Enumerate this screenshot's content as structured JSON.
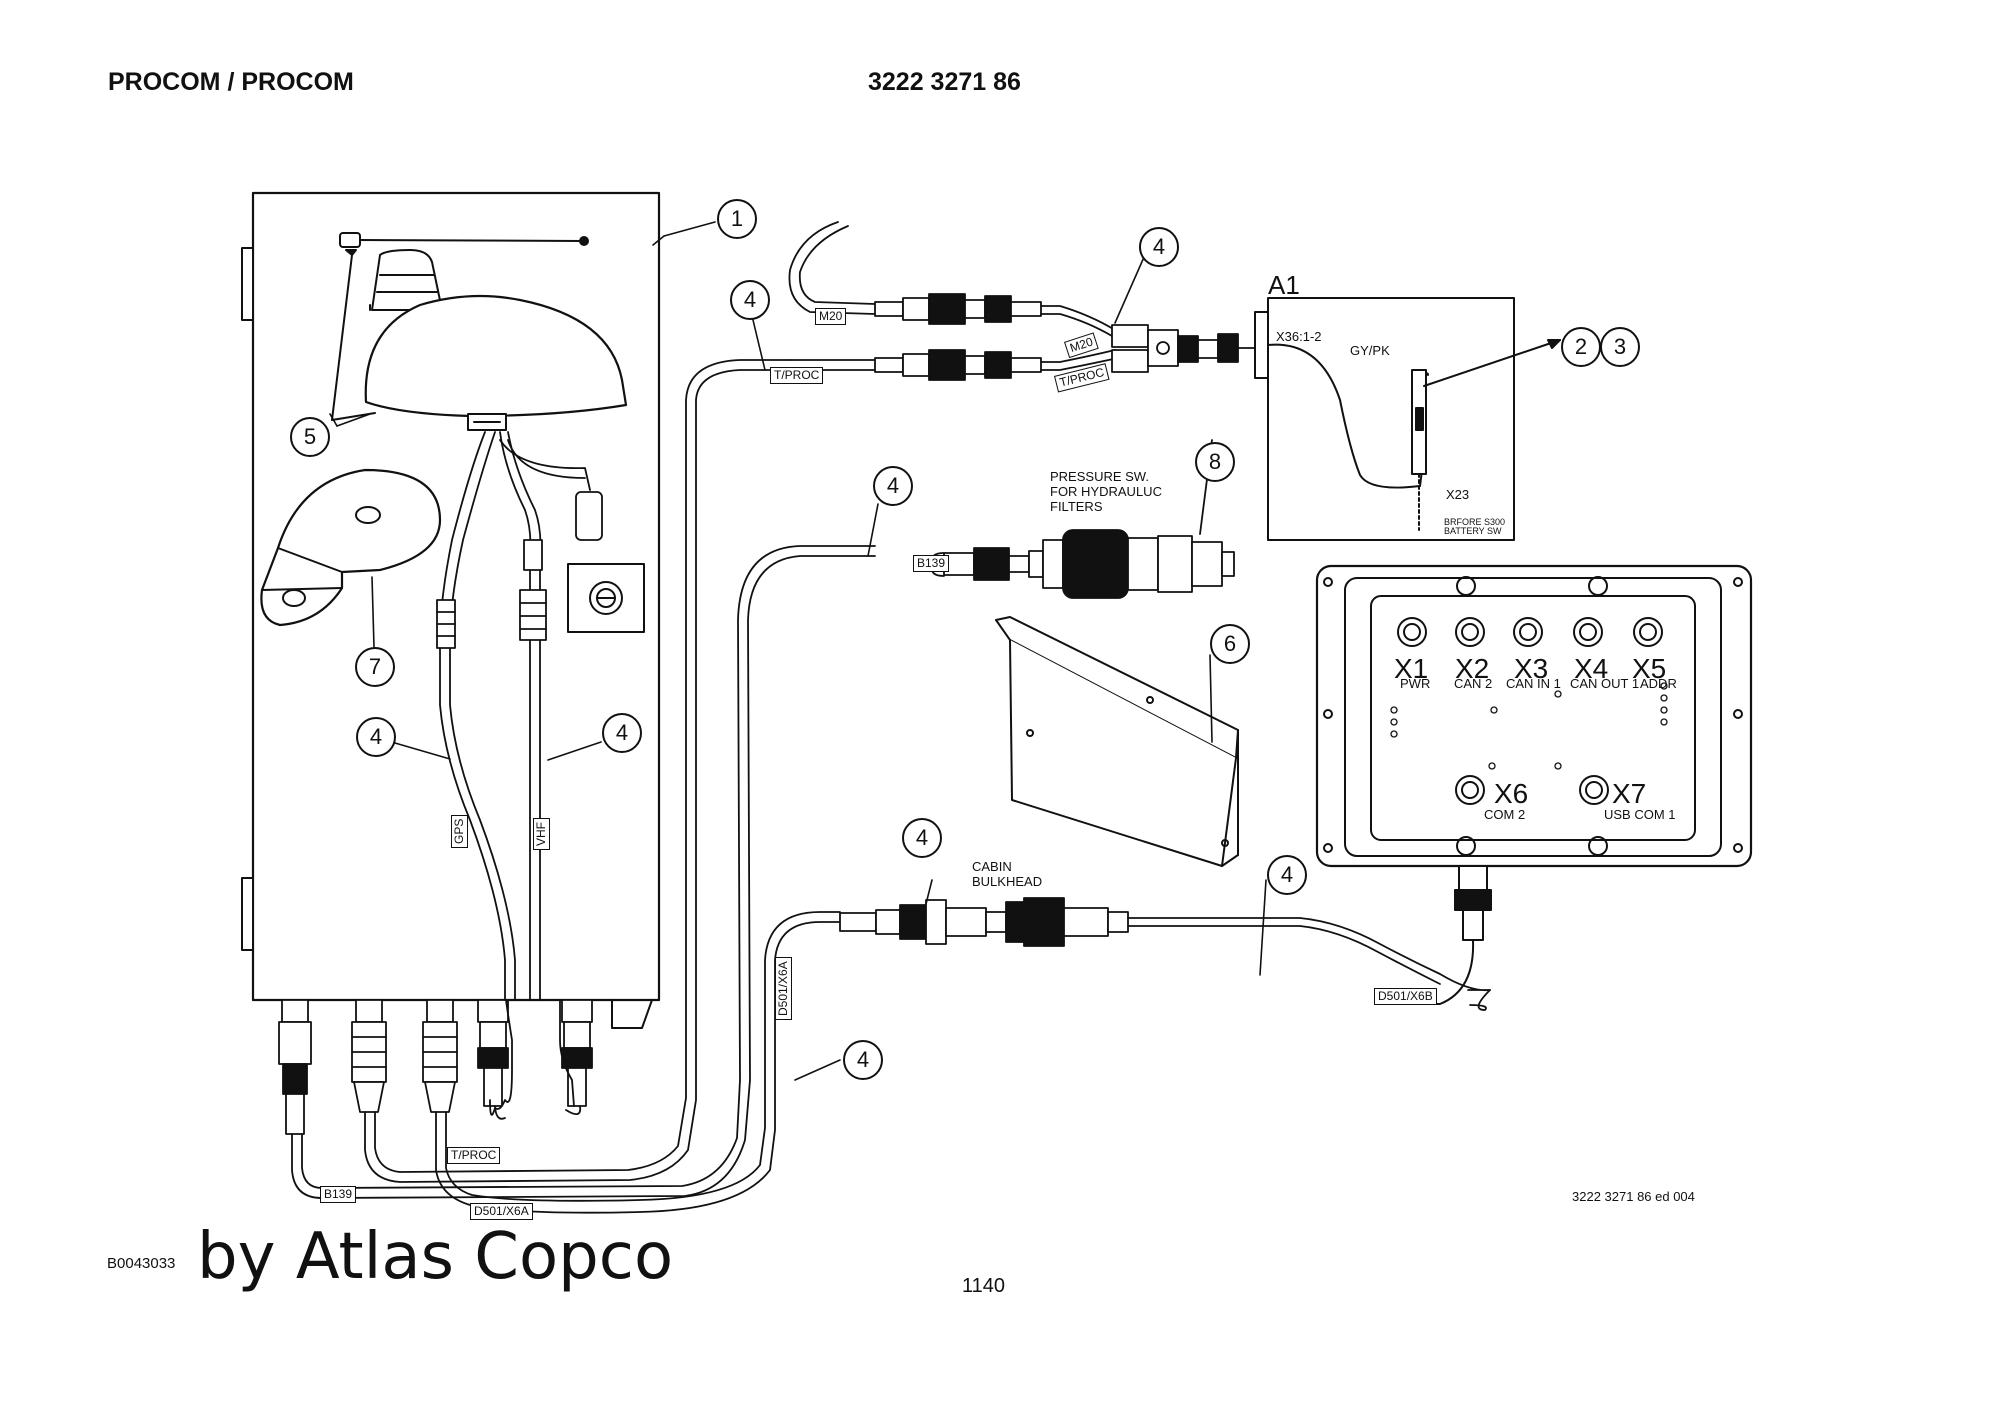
{
  "header": {
    "title": "PROCOM / PROCOM",
    "part_number": "3222 3271 86"
  },
  "footer": {
    "doc_id": "B0043033",
    "brand": "by Atlas Copco",
    "page": "1140",
    "revision": "3222 3271 86 ed 004"
  },
  "callouts": [
    "1",
    "2",
    "3",
    "4",
    "5",
    "6",
    "7",
    "8"
  ],
  "labels": {
    "a1": "A1",
    "x36": "X36:1-2",
    "gypk": "GY/PK",
    "x23": "X23",
    "battery_note_1": "BRFORE S300",
    "battery_note_2": "BATTERY SW",
    "pressure_1": "PRESSURE SW.",
    "pressure_2": "FOR HYDRAULUC",
    "pressure_3": "FILTERS",
    "cabin_1": "CABIN",
    "cabin_2": "BULKHEAD",
    "gps": "GPS",
    "vhf": "VHF"
  },
  "cable_tags": {
    "m20": "M20",
    "tproc": "T/PROC",
    "b139": "B139",
    "d501_x6a": "D501/X6A",
    "d501_x6b": "D501/X6B"
  },
  "connectors": [
    {
      "id": "X1",
      "name": "PWR"
    },
    {
      "id": "X2",
      "name": "CAN 2"
    },
    {
      "id": "X3",
      "name": "CAN IN 1"
    },
    {
      "id": "X4",
      "name": "CAN OUT 1"
    },
    {
      "id": "X5",
      "name": "ADDR"
    },
    {
      "id": "X6",
      "name": "COM 2"
    },
    {
      "id": "X7",
      "name": "USB COM 1"
    }
  ]
}
